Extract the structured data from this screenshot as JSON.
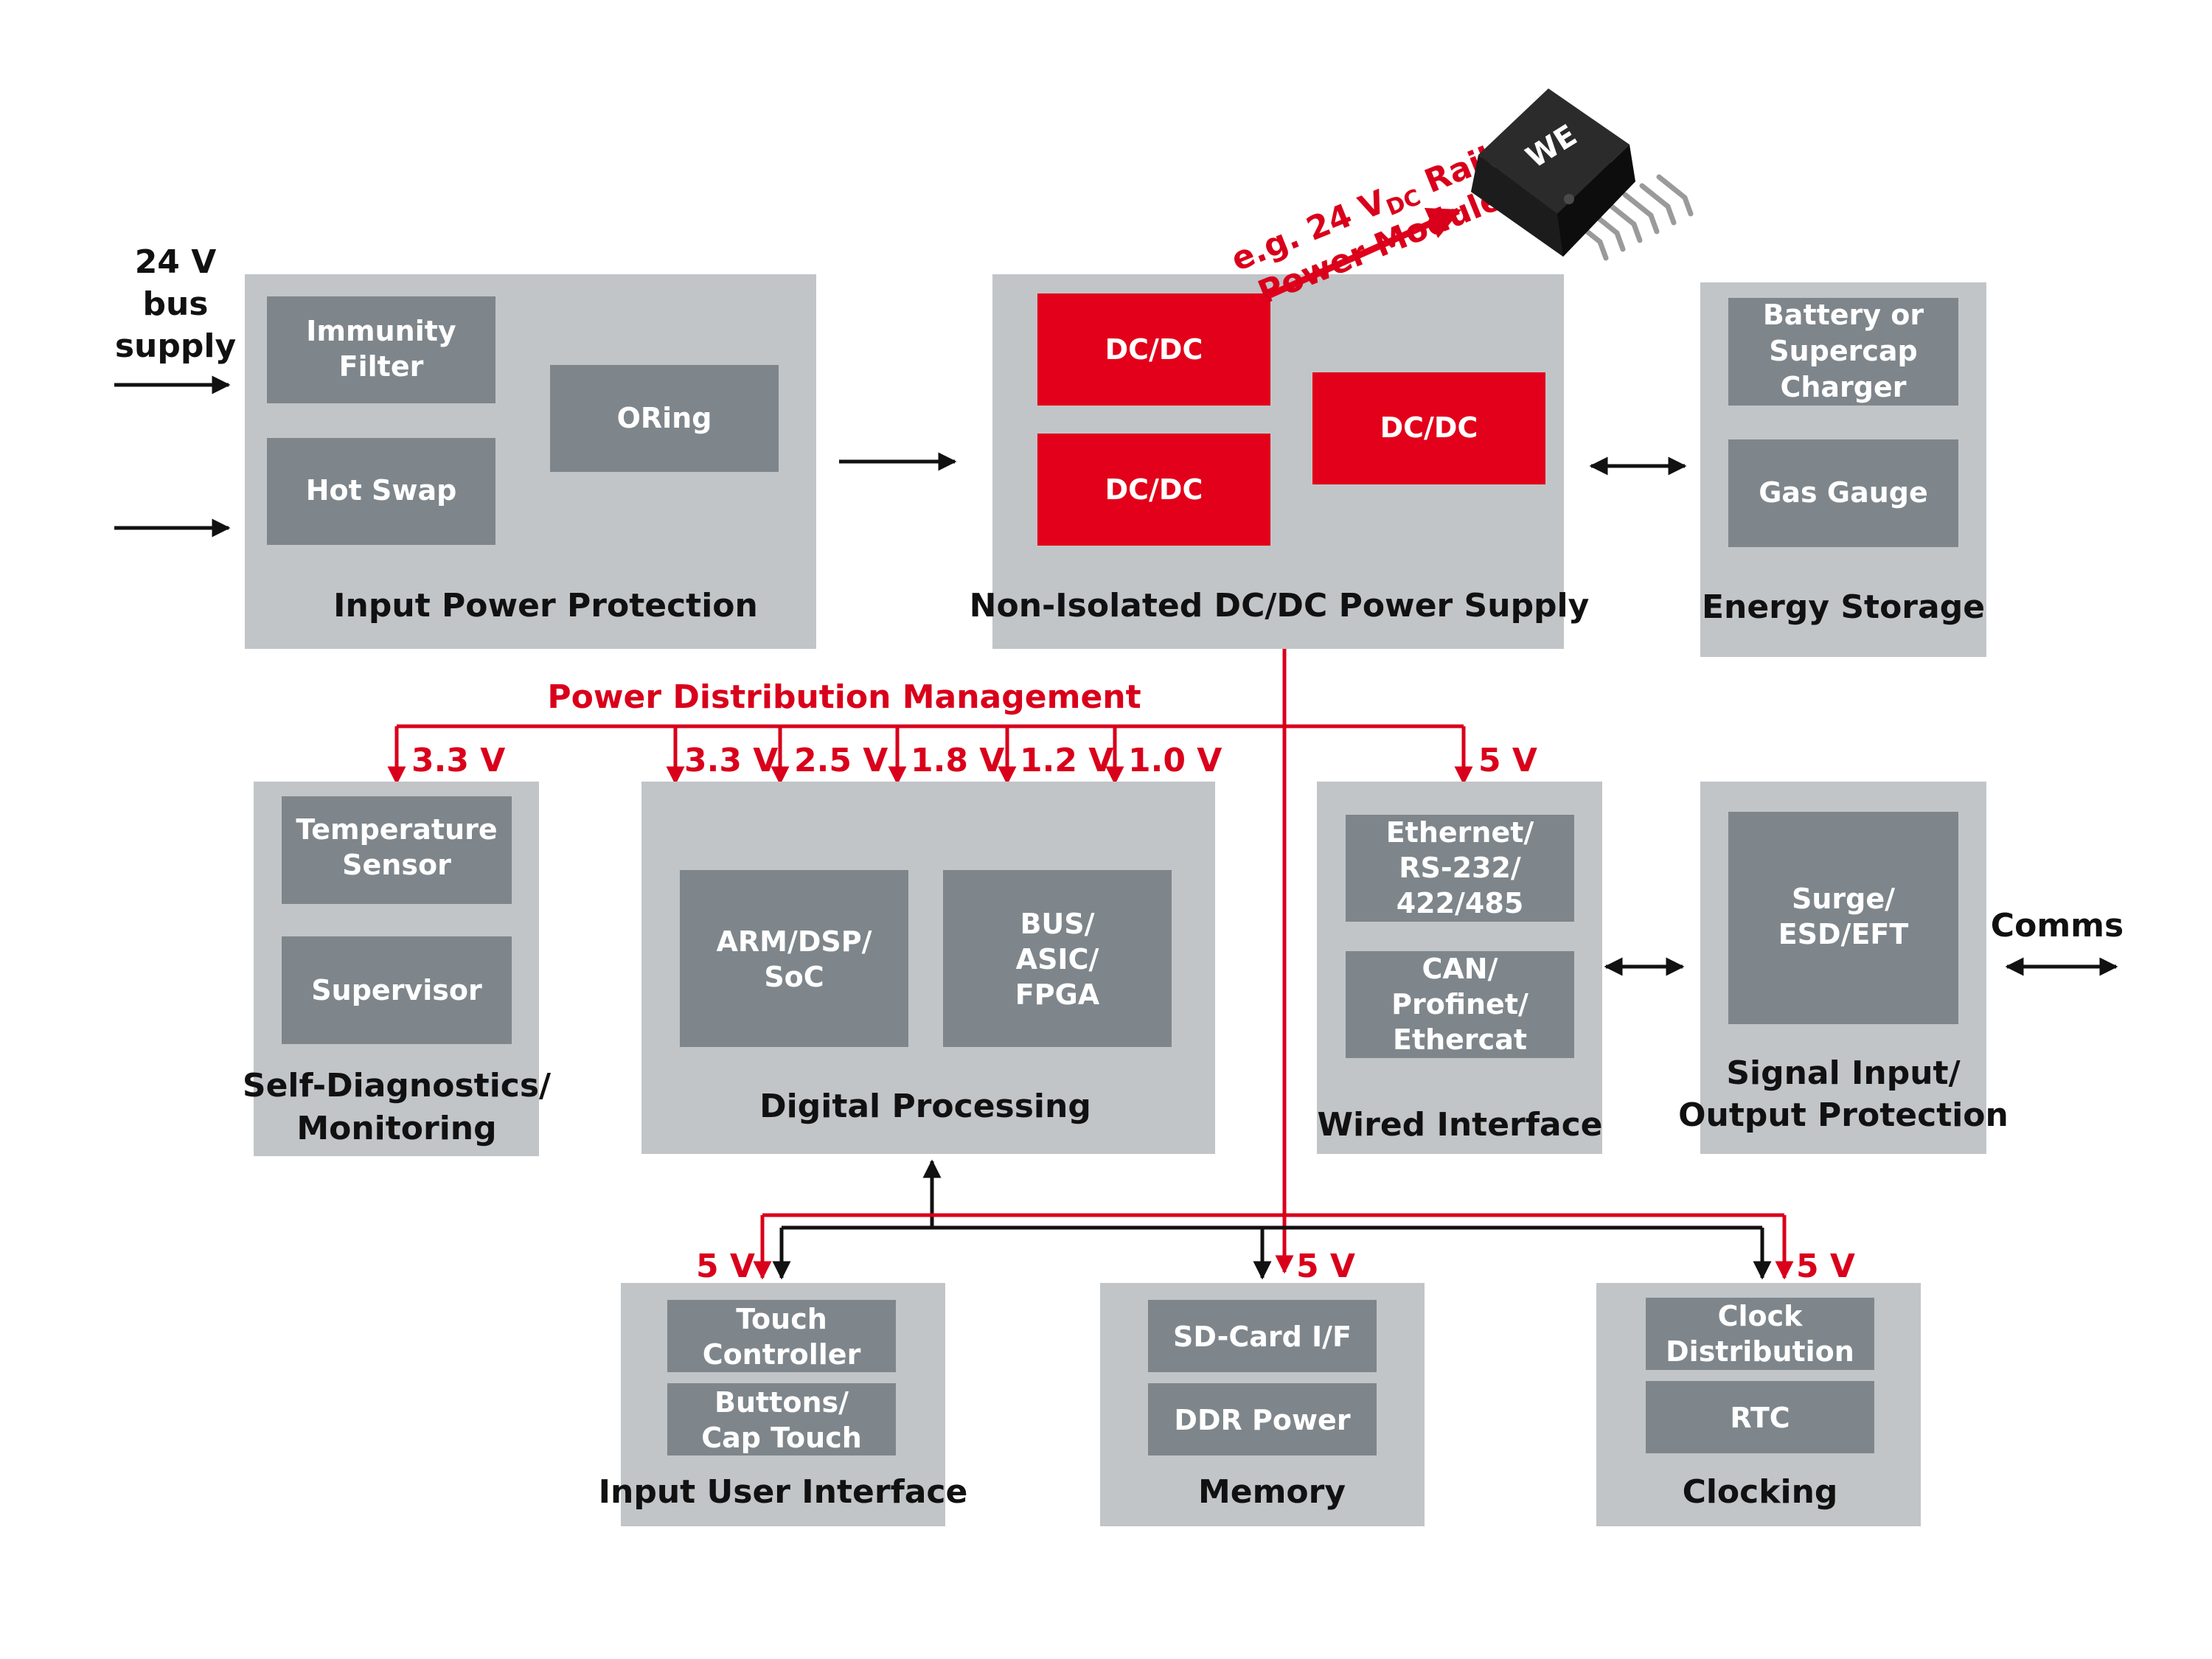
{
  "supply": {
    "line1": "24 V",
    "line2": "bus",
    "line3": "supply"
  },
  "input_power_protection": {
    "title": "Input Power Protection",
    "immunity_1": "Immunity",
    "immunity_2": "Filter",
    "hot_swap": "Hot Swap",
    "oring": "ORing"
  },
  "dcdc_supply": {
    "title": "Non-Isolated DC/DC Power Supply",
    "block_label": "DC/DC"
  },
  "module_callout": {
    "line1": "e.g. 24 V",
    "sub": "DC",
    "line1_end": " Rail",
    "line2": "Power Module",
    "chip_logo": "WE"
  },
  "energy_storage": {
    "title": "Energy Storage",
    "charger_1": "Battery or",
    "charger_2": "Supercap",
    "charger_3": "Charger",
    "gas_gauge": "Gas Gauge"
  },
  "power_distribution": {
    "title": "Power Distribution Management",
    "v33": "3.3 V",
    "v25": "2.5 V",
    "v18": "1.8 V",
    "v12": "1.2 V",
    "v10": "1.0 V",
    "v5": "5 V"
  },
  "self_diagnostics": {
    "title_1": "Self-Diagnostics/",
    "title_2": "Monitoring",
    "temp_1": "Temperature",
    "temp_2": "Sensor",
    "supervisor": "Supervisor"
  },
  "digital_processing": {
    "title": "Digital Processing",
    "arm_1": "ARM/DSP/",
    "arm_2": "SoC",
    "bus_1": "BUS/",
    "bus_2": "ASIC/",
    "bus_3": "FPGA"
  },
  "wired_interface": {
    "title": "Wired Interface",
    "eth_1": "Ethernet/",
    "eth_2": "RS-232/",
    "eth_3": "422/485",
    "can_1": "CAN/",
    "can_2": "Profinet/",
    "can_3": "Ethercat"
  },
  "signal_protection": {
    "title_1": "Signal Input/",
    "title_2": "Output Protection",
    "surge_1": "Surge/",
    "surge_2": "ESD/EFT"
  },
  "comms": {
    "label": "Comms"
  },
  "input_ui": {
    "title": "Input User Interface",
    "touch_1": "Touch",
    "touch_2": "Controller",
    "buttons_1": "Buttons/",
    "buttons_2": "Cap Touch"
  },
  "memory": {
    "title": "Memory",
    "sdcard": "SD-Card I/F",
    "ddr": "DDR Power"
  },
  "clocking": {
    "title": "Clocking",
    "clock_1": "Clock",
    "clock_2": "Distribution",
    "rtc": "RTC"
  },
  "colors": {
    "panel": "#c1c5c8",
    "block": "#7e868b",
    "accent_red": "#e2001a",
    "text": "#111111"
  }
}
